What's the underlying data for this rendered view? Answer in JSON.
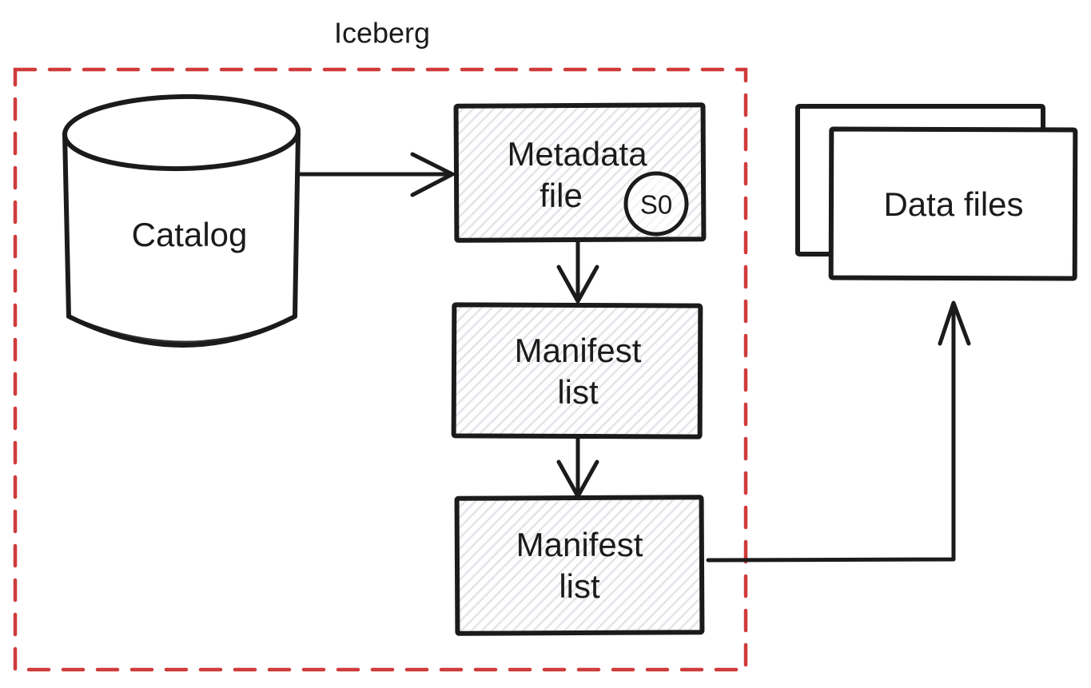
{
  "title": "Iceberg",
  "colors": {
    "ink": "#1b1b1b",
    "boundary_red": "#cf3b3b",
    "hatch_gray": "#e3e3e9",
    "background": "#ffffff"
  },
  "nodes": {
    "catalog": {
      "label": "Catalog"
    },
    "metadata_file": {
      "line1": "Metadata",
      "line2": "file",
      "badge": "S0"
    },
    "manifest_list_top": {
      "line1": "Manifest",
      "line2": "list"
    },
    "manifest_list_bottom": {
      "line1": "Manifest",
      "list2": "list",
      "line2": "list"
    },
    "data_files": {
      "label": "Data files"
    }
  }
}
